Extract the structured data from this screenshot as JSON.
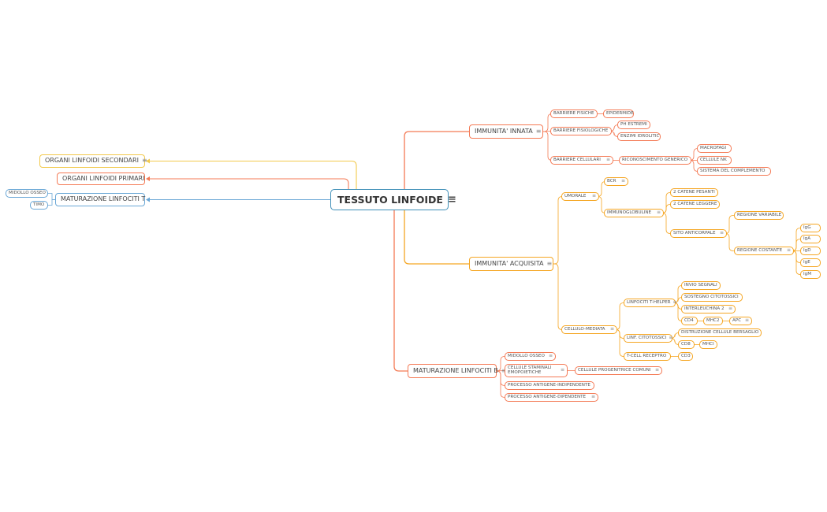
{
  "colors": {
    "root": "#3f8fb8",
    "orange": "#f47a55",
    "gold": "#f5a623",
    "yellow": "#f2c94c",
    "blue": "#6aa7d6"
  },
  "root": {
    "label": "TESSUTO LINFOIDE",
    "has_note": true
  },
  "branches": {
    "secondari": {
      "label": "ORGANI LINFOIDI SECONDARI",
      "has_note": true
    },
    "primari": {
      "label": "ORGANI LINFOIDI PRIMARI",
      "has_note": false
    },
    "linfociti_t": {
      "label": "MATURAZIONE LINFOCITI T",
      "has_note": false,
      "children": [
        {
          "label": "MIDOLLO OSSEO"
        },
        {
          "label": "TIMO"
        }
      ]
    },
    "innata": {
      "label": "IMMUNITA' INNATA",
      "has_note": true,
      "barriere_fisiche": {
        "label": "BARRIERE FISICHE",
        "children": [
          {
            "label": "EPIDERMIDE"
          }
        ]
      },
      "barriere_fisiologiche": {
        "label": "BARRIERE FISIOLOGICHE",
        "children": [
          {
            "label": "PH ESTREMI"
          },
          {
            "label": "ENZIMI IDROLITIC"
          }
        ]
      },
      "barriere_cellulari": {
        "label": "BARRIERE CELLULARI",
        "has_note": true,
        "riconoscimento": {
          "label": "RICONOSCIMENTO GENERICO",
          "children": [
            {
              "label": "MACROFAGI"
            },
            {
              "label": "CELLULE NK"
            },
            {
              "label": "SISTEMA DEL COMPLEMENTO"
            }
          ]
        }
      }
    },
    "acquisita": {
      "label": "IMMUNITA' ACQUISITA",
      "has_note": true,
      "umorale": {
        "label": "UMORALE",
        "has_note": true,
        "bcr": {
          "label": "BCR",
          "has_note": true
        },
        "immunoglobuline": {
          "label": "IMMUNOGLOBULINE",
          "has_note": true,
          "catene": [
            {
              "label": "2 CATENE PESANTI"
            },
            {
              "label": "2 CATENE LEGGERE"
            }
          ],
          "sito": {
            "label": "SITO ANTICORPALE",
            "has_note": true,
            "variabile": {
              "label": "REGIONE VARIABILE"
            },
            "costante": {
              "label": "REGIONE COSTANTE",
              "has_note": true,
              "classi": [
                {
                  "label": "IgG"
                },
                {
                  "label": "IgA"
                },
                {
                  "label": "IgD"
                },
                {
                  "label": "IgE"
                },
                {
                  "label": "IgM"
                }
              ]
            }
          }
        }
      },
      "cellulo": {
        "label": "CELLULO-MEDIATA",
        "has_note": true,
        "helper": {
          "label": "LINFOCITI T-HELPER",
          "has_note": true,
          "items": [
            {
              "label": "INVIO SEGNALI"
            },
            {
              "label": "SOSTEGNO CITOTOSSICI"
            },
            {
              "label": "INTERLEUCHINA 2",
              "has_note": true
            }
          ],
          "cd4": {
            "label": "CD4"
          },
          "mhc2": {
            "label": "MHC2"
          },
          "apc": {
            "label": "APC",
            "has_note": true
          }
        },
        "citotossici": {
          "label": "LINF. CITOTOSSICI",
          "has_note": true,
          "distruzione": {
            "label": "DISTRUZIONE CELLULE BERSAGLIO"
          },
          "cd8": {
            "label": "CD8"
          },
          "mhc1": {
            "label": "MHCI"
          }
        },
        "tcell": {
          "label": "T-CELL RECEPTRO",
          "cd3": {
            "label": "CD3"
          }
        }
      }
    },
    "linfociti_b": {
      "label": "MATURAZIONE LINFOCITI B",
      "has_note": true,
      "midollo": {
        "label": "MIDOLLO OSSEO",
        "has_note": true
      },
      "staminali": {
        "label": "CELLULE STAMINALI EMOPOIETICHE",
        "has_note": true,
        "progenitrice": {
          "label": "CELLULE PROGENITRICE COMUNI",
          "has_note": true
        }
      },
      "indipendente": {
        "label": "PROCESSO ANTIGENE-INDIPENDENTE"
      },
      "dipendente": {
        "label": "PROCESSO ANTIGENE-DIPENDENTE",
        "has_note": true
      }
    }
  }
}
